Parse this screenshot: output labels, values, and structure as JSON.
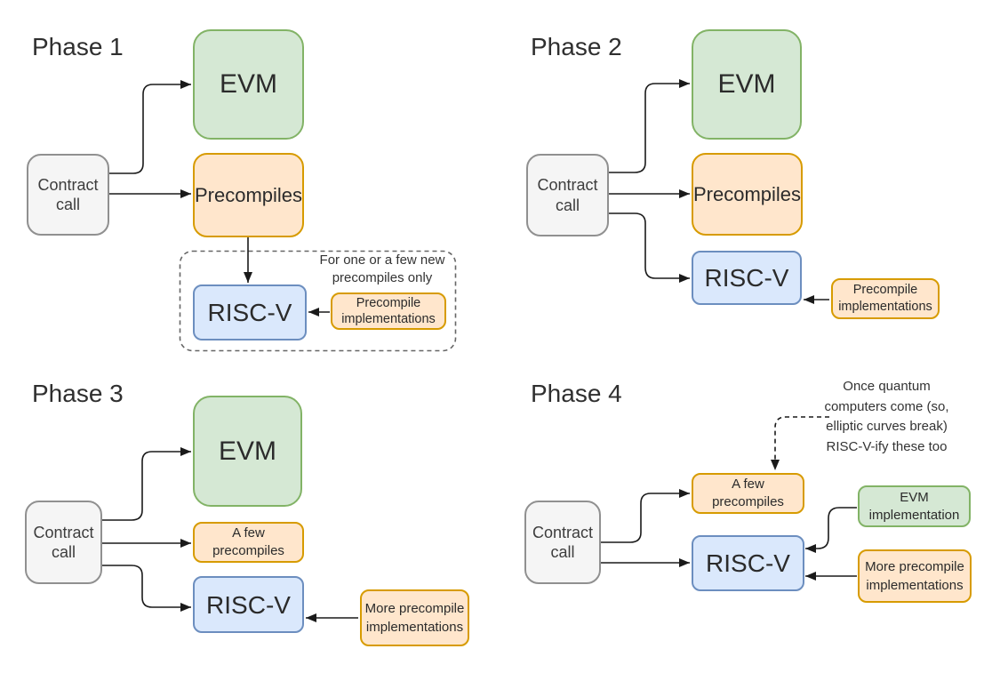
{
  "diagram": {
    "background": "#ffffff",
    "palette": {
      "green_fill": "#d5e8d4",
      "green_stroke": "#82b366",
      "orange_fill": "#ffe6cc",
      "orange_stroke": "#d79b00",
      "blue_fill": "#dae8fc",
      "blue_stroke": "#6c8ebf",
      "gray_fill": "#f5f5f5",
      "gray_stroke": "#909090",
      "arrow": "#1a1a1a",
      "dashed_outline": "#666666",
      "text": "#2b2b2b"
    },
    "phases": [
      {
        "title": "Phase 1",
        "contract_call": "Contract\ncall",
        "evm": "EVM",
        "precompiles": "Precompiles",
        "riscv": "RISC-V",
        "impl": "Precompile\nimplementations",
        "note": "For one or a few new\nprecompiles only"
      },
      {
        "title": "Phase 2",
        "contract_call": "Contract\ncall",
        "evm": "EVM",
        "precompiles": "Precompiles",
        "riscv": "RISC-V",
        "impl": "Precompile\nimplementations"
      },
      {
        "title": "Phase 3",
        "contract_call": "Contract\ncall",
        "evm": "EVM",
        "precompiles": "A few\nprecompiles",
        "riscv": "RISC-V",
        "impl": "More precompile\nimplementations"
      },
      {
        "title": "Phase 4",
        "contract_call": "Contract\ncall",
        "precompiles": "A few\nprecompiles",
        "riscv": "RISC-V",
        "evm_impl": "EVM\nimplementation",
        "impl": "More precompile\nimplementations",
        "note": "Once quantum\ncomputers come (so,\nelliptic curves break)\nRISC-V-ify these too"
      }
    ]
  }
}
